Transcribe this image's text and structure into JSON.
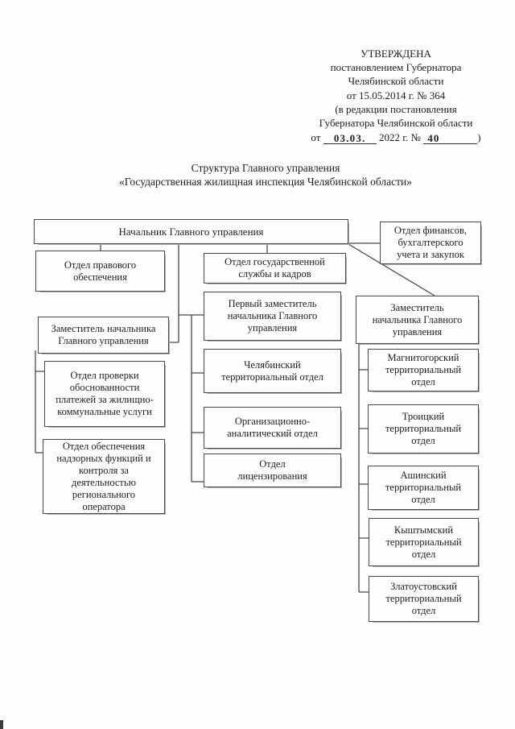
{
  "document": {
    "approval": {
      "lines": [
        "УТВЕРЖДЕНА",
        "постановлением Губернатора",
        "Челябинской области",
        "от 15.05.2014 г. № 364",
        "(в редакции постановления",
        "Губернатора Челябинской области"
      ],
      "amendment": {
        "prefix": "от",
        "date": "03.03.",
        "middle": "2022 г. №",
        "number": "40",
        "suffix": ")"
      }
    },
    "title": {
      "line1": "Структура Главного управления",
      "line2": "«Государственная жилищная инспекция Челябинской области»"
    }
  },
  "org_chart": {
    "nodes": {
      "head": "Начальник Главного управления",
      "finance": "Отдел финансов,\nбухгалтерского\nучета и закупок",
      "legal": "Отдел правового\nобеспечения",
      "civil_service": "Отдел государственной\nслужбы и кадров",
      "deputy_left": "Заместитель начальника\nГлавного управления",
      "payments_check": "Отдел проверки\nобоснованности\nплатежей за жилищно-\nкоммунальные услуги",
      "supervision": "Отдел обеспечения\nнадзорных функций и\nконтроля за\nдеятельностью\nрегионального\nоператора",
      "first_deputy": "Первый заместитель\nначальника Главного\nуправления",
      "chelyabinsk": "Челябинский\nтерриториальный отдел",
      "org_analytics": "Организационно-\nаналитический отдел",
      "licensing": "Отдел\nлицензирования",
      "deputy_right": "Заместитель\nначальника Главного\nуправления",
      "magnitogorsk": "Магнитогорский\nтерриториальный\nотдел",
      "troitsk": "Троицкий\nтерриториальный\nотдел",
      "asha": "Ашинский\nтерриториальный\nотдел",
      "kyshtym": "Кыштымский\nтерриториальный\nотдел",
      "zlatoust": "Златоустовский\nтерриториальный\nотдел"
    }
  },
  "colors": {
    "background": "#fdfdfd",
    "text": "#1f1f1f",
    "box_border": "#4a4a4a",
    "connector": "#4a4a4a",
    "scan_shadow": "#b0b0b0"
  }
}
